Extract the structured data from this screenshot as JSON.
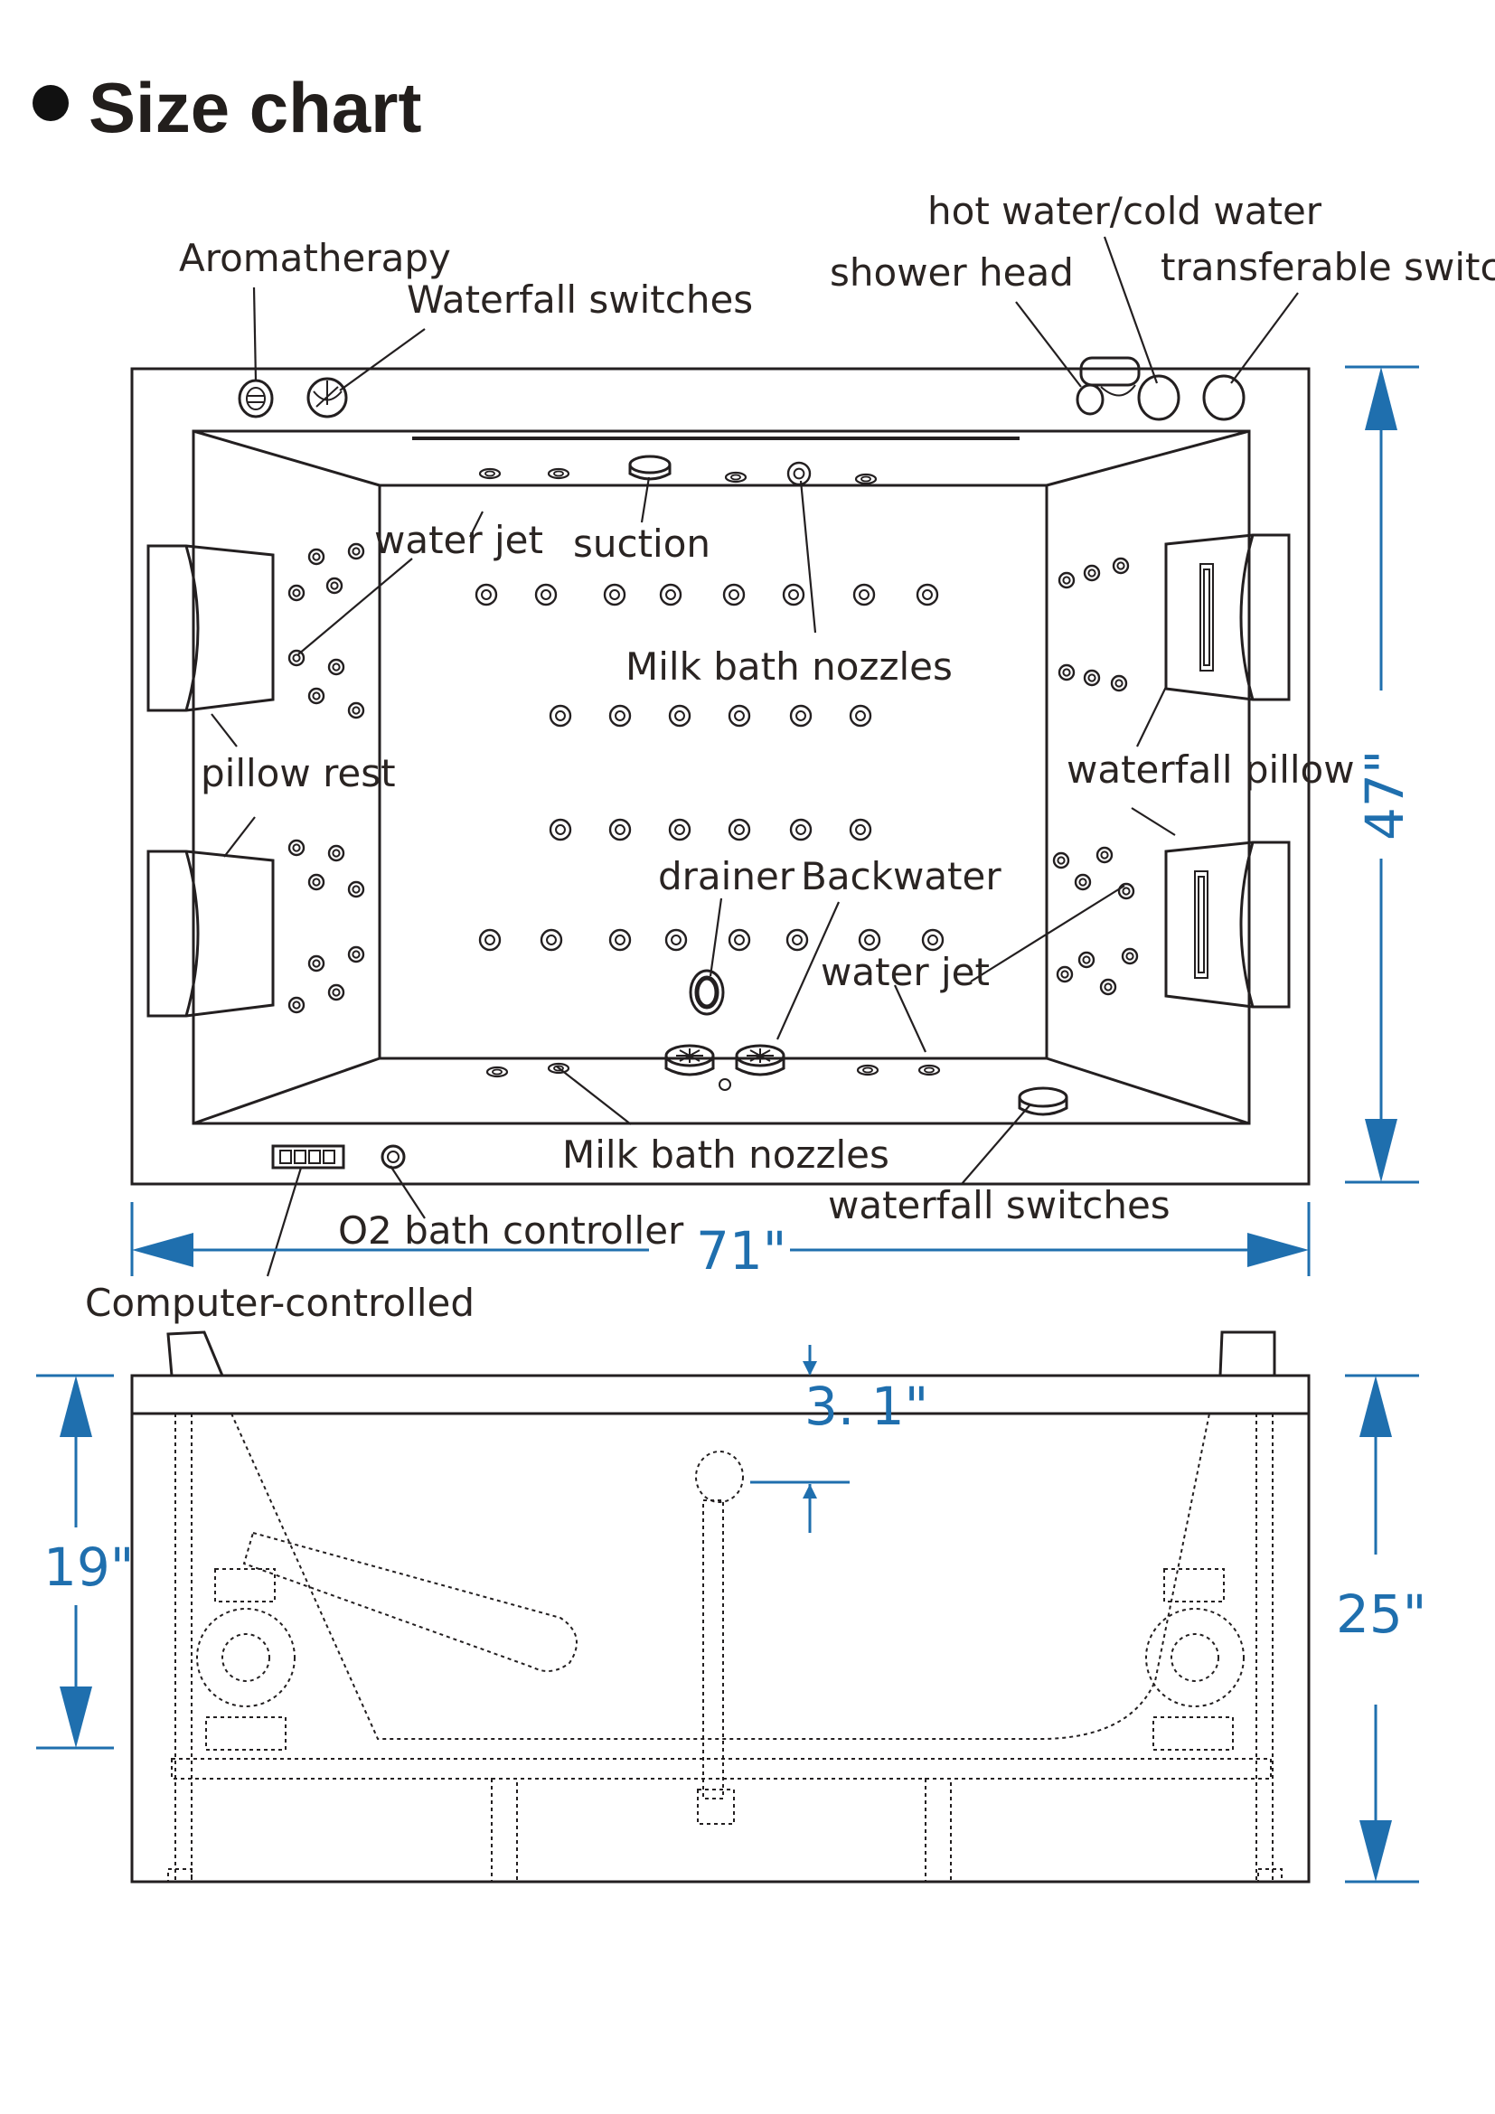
{
  "title": "Size chart",
  "labels": {
    "aromatherapy": "Aromatherapy",
    "waterfall_switches_top": "Waterfall switches",
    "hot_cold_water": "hot water/cold water",
    "shower_head": "shower head",
    "transferable_switch": "transferable switch",
    "water_jet_left": "water jet",
    "suction": "suction",
    "milk_bath_nozzles_top": "Milk bath nozzles",
    "pillow_rest": "pillow rest",
    "waterfall_pillow": "waterfall pillow",
    "drainer": "drainer",
    "backwater": "Backwater",
    "water_jet_right": "water jet",
    "milk_bath_nozzles_bottom": "Milk bath nozzles",
    "waterfall_switches_bottom": "waterfall switches",
    "o2_bath_controller": "O2 bath controller",
    "computer_controlled": "Computer-controlled"
  },
  "dimensions": {
    "length": "71\"",
    "width": "47\"",
    "inner_depth": "19\"",
    "total_height": "25\"",
    "rim": "3. 1\""
  },
  "colors": {
    "dimension": "#1f6fae",
    "line": "#231f20"
  }
}
